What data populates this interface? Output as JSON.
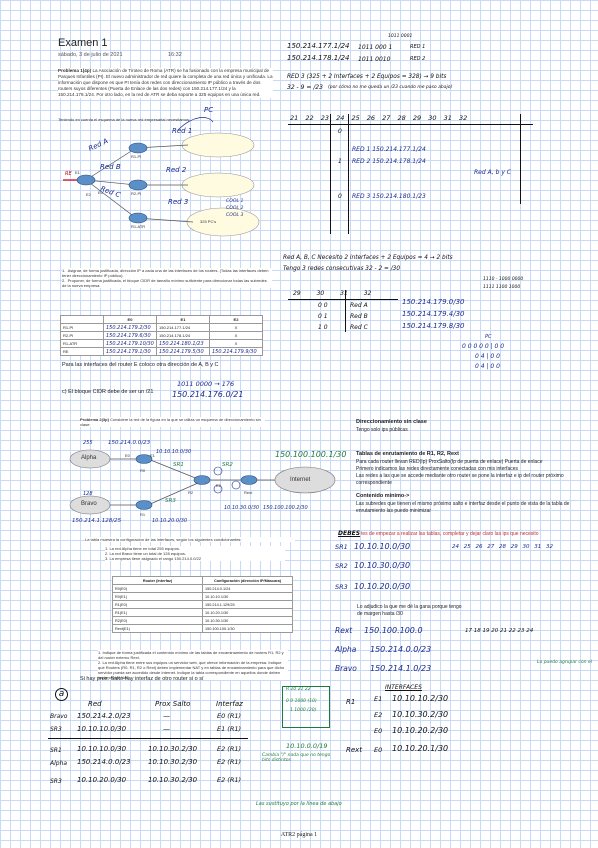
{
  "header": {
    "title": "Examen 1",
    "date": "sábado, 3 de julio de 2021",
    "time": "16:32"
  },
  "problem1": {
    "heading": "Problema 1(4p)",
    "text": "La Asociación de Tiroteo de Roma (ATR) se ha fusionado con la empresa municipal de Parques Infantiles (PI). El nuevo administrador de red quiere la completa de una red única y unificada. La información que dispone es que PI tenía dos redes con direccionamiento IP público a través de dos routers suyos diferentes (Puerta de Enlace de las dos redes) con 150.214.177.1/24 y la 150.214.178.1/24. Por otro lado, en la red de ATR se deba soporte a 325 equipos en una única red.",
    "subtext": "Teniendo en cuenta el esquema de la nueva red empresarial necesitamos:",
    "tasks": [
      "Asignar, de forma justificada, dirección IP a cada una de las interfaces de los routers. (Todas las interfaces deben tener direccionamiento IP público).",
      "Proponer, de forma justificada, el bloque CIDR de tamaño mínimo suficiente para direccionar todas las subredes de la nueva empresa."
    ],
    "table": {
      "headers": [
        "",
        "E0",
        "E1",
        "E2"
      ],
      "rows": [
        [
          "R1-PI",
          "150.214.179.2/30",
          "150.214.177.1/24",
          "X"
        ],
        [
          "R2-PI",
          "150.214.179.6/30",
          "150.214.178.1/24",
          "X"
        ],
        [
          "R1-ATR",
          "150.214.179.10/30",
          "150.214.180.1/23",
          "X"
        ],
        [
          "RE",
          "150.214.179.1/30",
          "150.214.179.5/30",
          "150.214.179.9/30"
        ]
      ]
    },
    "note_interfaces": "Para las interfaces del router E coloco otra dirección de A, B y C",
    "part_c": "c)   El bloque CIDR debe de ser un /21",
    "cidr_bits": "1011 0000 → 176",
    "cidr_block": "150.214.176.0/21"
  },
  "diagram1": {
    "labels": [
      "Red A",
      "Red B",
      "Red C",
      "Red 1",
      "Red 2",
      "Red 3",
      "E0",
      "E1",
      "E2",
      "RE",
      "R1-PI",
      "R2-PI",
      "R1-ATR",
      "325 PC's"
    ],
    "pc_label": "PC",
    "cool_list": [
      "COOL 1",
      "COOL 2",
      "COOL 3"
    ]
  },
  "top_right": {
    "bits_top": "1011 0001",
    "lines": [
      {
        "addr": "150.214.177.1/24",
        "bits": "1011 000 1",
        "label": "RED 1"
      },
      {
        "addr": "150.214.178.1/24",
        "bits": "1011 0010",
        "label": "RED 2"
      }
    ],
    "red3_calc": "RED 3 (325 + 2 Interfaces + 2 Equipos = 328) → 9 bits",
    "red3_mask": "32 - 9 = /23",
    "red3_note": "(por cómo no me queda un /23 cuando me paso abajo)",
    "header_nums": [
      "21",
      "22",
      "23",
      "24",
      "25",
      "26",
      "27",
      "28",
      "29",
      "30",
      "31",
      "32"
    ],
    "rows": [
      {
        "bits": "0",
        "label": "RED 1  150.214.177.1/24"
      },
      {
        "bits": "1",
        "label": "RED 2  150.214.178.1/24"
      },
      {
        "bits": "",
        "label": "Red A, b y C"
      },
      {
        "bits": "0",
        "label": "RED 3  150.214.180.1/23"
      }
    ],
    "abc_note": "Red A, B, C  Necesito 2 interfaces + 2 Equipos = 4 → 2 bits",
    "abc_note2": "Tengo 3 redes consecutivas  32 - 2 = /30",
    "abc_bits_label": "1110 - 1000 0000",
    "abc_bits_label2": "1111 1100 1000",
    "abc_header": [
      "29",
      "30",
      "31",
      "32"
    ],
    "abc_rows": [
      {
        "bits": "0  0",
        "name": "Red A",
        "addr": "150.214.179.0/30"
      },
      {
        "bits": "0  1",
        "name": "Red B",
        "addr": "150.214.179.4/30"
      },
      {
        "bits": "1  0",
        "name": "Red C",
        "addr": "150.214.179.8/30"
      }
    ],
    "right_bits": [
      "PC",
      "0 0 0 0 0 | 0 0",
      "0 4 | 0 0",
      "0 4 | 0 0"
    ]
  },
  "problem2": {
    "heading": "Problema 2(3p)",
    "text": "Considere la red de la figura en la que se utiliza un esquema de direccionamiento sin clase:",
    "table_intro": "La tabla muestra la configuración de las interfaces, según los siguientes condicionantes:",
    "conditions": [
      "La red Alpha tiene en total 255 equipos.",
      "La red Bravo tiene un total de 128 equipos.",
      "La empresa tiene asignado el rango 150.214.0.0/22"
    ],
    "config_table": {
      "headers": [
        "Router (Interfaz)",
        "Configuración (dirección IP/Máscara)"
      ],
      "rows": [
        [
          "R0(E0)",
          "150.214.0.1/24"
        ],
        [
          "R0(E1)",
          "10.10.10.1/30"
        ],
        [
          "R1(E0)",
          "150.214.1.129/25"
        ],
        [
          "R1(E1)",
          "10.10.20.1/30"
        ],
        [
          "R2(E0)",
          "10.10.30.1/30"
        ],
        [
          "Rext(E1)",
          "150.100.100.1/30"
        ]
      ]
    },
    "questions": [
      "Indique de forma justificada el contenido mínimo de las tablas de encaminamiento de routers R1, R2 y del router externo Rext.",
      "La red Alpha tiene entre sus equipos un servidor web, que ofrece información de la empresa. Indique qué Routers (R0, R1, R2 o Rext) deben implementar NAT y en tablas de encaminamiento para que dicho servidor pueda ser accedido desde Internet. Indique la tabla correspondiente en aquellos donde deben implementar NAT."
    ]
  },
  "diagram2": {
    "labels": [
      "Alpha",
      "Bravo",
      "R0",
      "R1",
      "R2",
      "Rext",
      "Internet",
      "E0",
      "E1",
      "E2"
    ],
    "hw_labels": [
      "255",
      "150.214.0.0/23",
      "128",
      "150.214.1.128/25",
      "SR1",
      "SR2",
      "SR3",
      "10.10.10.0/30",
      "10.10.20.0/30",
      "10.10.30.0/30",
      "150.100.100.1/30",
      "150.100.100.2/30"
    ]
  },
  "right_col": {
    "title1": "Direccionamiento sin clase",
    "line1": "Tengo solo ips públicas",
    "title2": "Tablas de enrutamiento de R1, R2, Rext",
    "line2": "Para cada router llevan RED(Ip) ProxSalto(Ip de puerta de enlace) Puerta de enlace",
    "line3": "Primero indicamos las redes directamente conectadas con mis interfaces",
    "line4": "Las redes a las que se accede mediante otro router se pone la interfaz e ip del router próximo correspondiente",
    "title3": "Contenido mínimo->",
    "line5": "Las subredes que tienen el mismo próximo salto e interfaz desde el punto de vista de la tabla de enrutamiento las puedo minimizar",
    "debes": "DEBES",
    "debes_text": "tes de empezar a realizar las tablas, completar y dejar claro las ips que necesito",
    "sr_lines": [
      {
        "name": "SR1",
        "addr": "10.10.10.0/30"
      },
      {
        "name": "SR2",
        "addr": "10.10.30.0/30"
      },
      {
        "name": "SR3",
        "addr": "10.10.20.0/30"
      }
    ],
    "bits_head": [
      "24",
      "25",
      "26",
      "27",
      "28",
      "29",
      "30",
      "31",
      "32"
    ],
    "agrupo_note": "Lo adjudico la que me dé la gana porque tengo de margen hasta /30",
    "nets": [
      {
        "name": "Rext",
        "addr": "150.100.100.0"
      },
      {
        "name": "Alpha",
        "addr": "150.214.0.0/23"
      },
      {
        "name": "Bravo",
        "addr": "150.214.1.0/23"
      }
    ],
    "nets_bits": "17 18 19 20 21 22 23 24",
    "agrupo_note2": "Lo puedo agrupar con el",
    "interfaces_title": "INTERFACES",
    "interfaces": [
      {
        "router": "R1",
        "iface": "E1",
        "addr": "10.10.10.2/30"
      },
      {
        "router": "",
        "iface": "E2",
        "addr": "10.10.30.2/30"
      },
      {
        "router": "",
        "iface": "E0",
        "addr": "10.10.20.2/30"
      },
      {
        "router": "Rext",
        "iface": "E0",
        "addr": "10.10.20.1/30"
      }
    ]
  },
  "bottom": {
    "note": "Si hay prox. Salto hay interfaz de otro router si o sí",
    "letter": "a",
    "headers": [
      "Red",
      "Prox Salto",
      "Interfaz"
    ],
    "rows_r1": [
      {
        "net": "Bravo",
        "addr": "150.214.2.0/23",
        "prox": "—",
        "iface": "E0 (R1)"
      },
      {
        "net": "SR3",
        "addr": "10.10.10.0/30",
        "prox": "—",
        "iface": "E1 (R1)"
      },
      {
        "net": "SR1",
        "addr": "10.10.10.0/30",
        "prox": "10.10.30.2/30",
        "iface": "E2 (R1)"
      },
      {
        "net": "Alpha",
        "addr": "150.214.0.0/23",
        "prox": "10.10.30.2/30",
        "iface": "E2 (R1)"
      },
      {
        "net": "SR3",
        "addr": "10.10.20.0/30",
        "prox": "10.10.30.2/30",
        "iface": "E2 (R1)"
      }
    ],
    "box_head": "R 20 21 22",
    "box_rows": [
      "0 0 1000 (10)",
      "1 1000 (20)"
    ],
    "box_addr": "10.10.0.0/19",
    "box_note": "Cambia \"/\" nada que no tengo bits distintos",
    "green_note": "Las sustituyo por la línea de abajo",
    "footer": "ATR2 página 1"
  }
}
